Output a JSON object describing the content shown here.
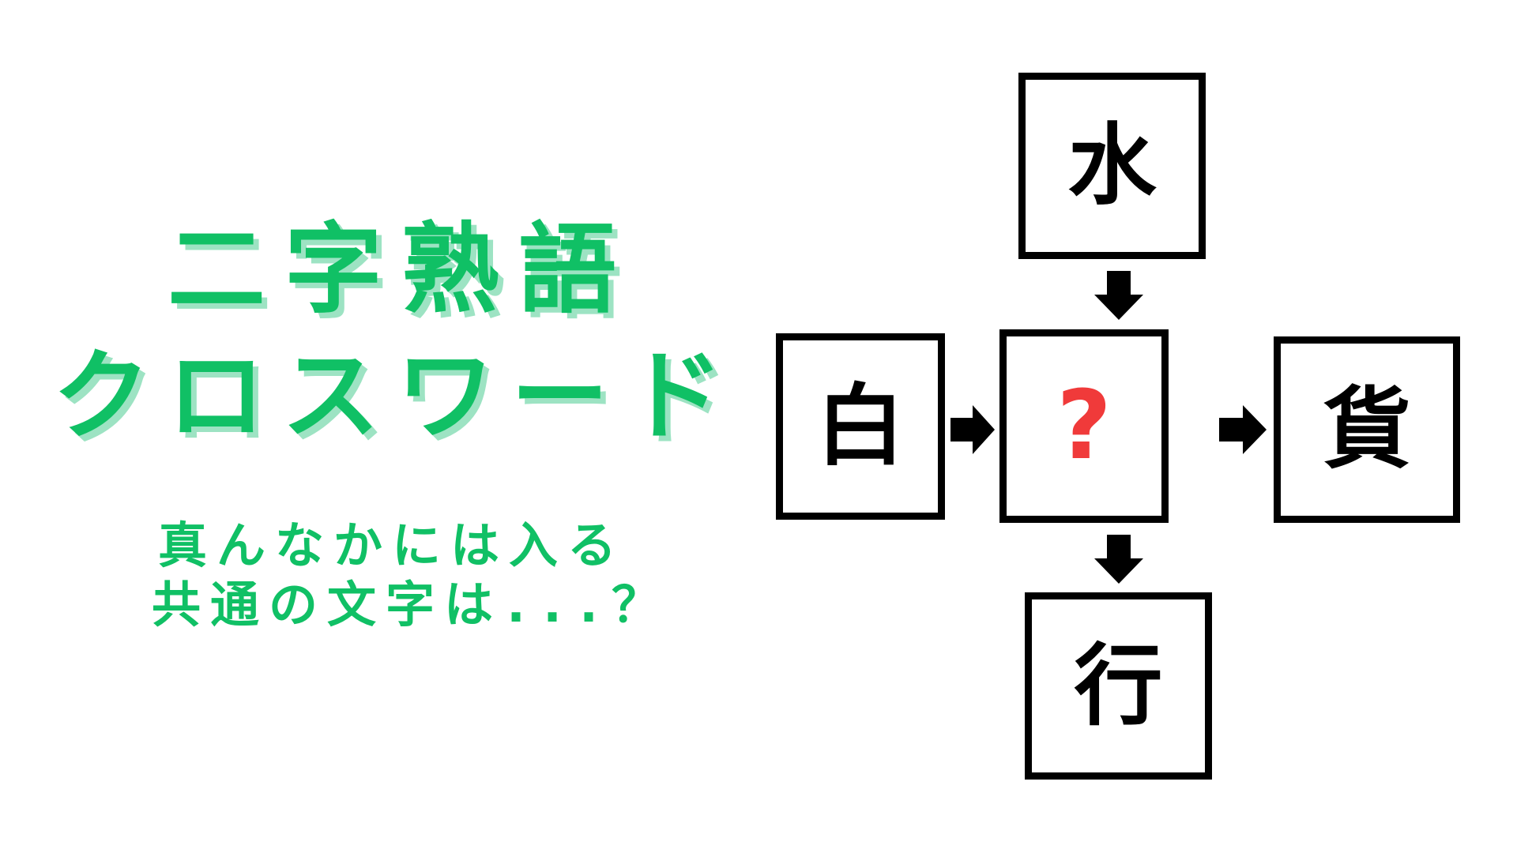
{
  "colors": {
    "green": "#10c065",
    "green_shadow": "#9de3c3",
    "red": "#f03a3a",
    "box_border": "#000000"
  },
  "title": {
    "line1": [
      "二",
      "字",
      "熟",
      "語"
    ],
    "line2": [
      "ク",
      "ロ",
      "ス",
      "ワ",
      "ー",
      "ド"
    ]
  },
  "subtitle": {
    "line1": [
      "真",
      "ん",
      "な",
      "か",
      "に",
      "は",
      "入",
      "る"
    ],
    "line2": [
      "共",
      "通",
      "の",
      "文",
      "字",
      "は",
      ".",
      ".",
      ".",
      "？"
    ]
  },
  "puzzle": {
    "top": "水",
    "left": "白",
    "center": "?",
    "right": "貨",
    "bottom": "行",
    "arrows": [
      "down-arrow",
      "right-arrow",
      "right-arrow",
      "down-arrow"
    ]
  }
}
